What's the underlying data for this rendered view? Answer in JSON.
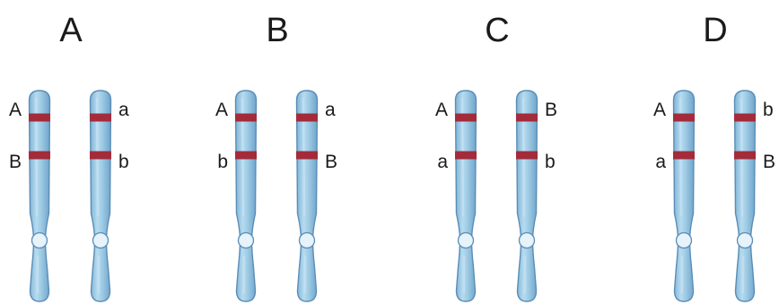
{
  "figure": {
    "colors": {
      "chromosome_fill": "#9cc9e3",
      "chromosome_outline": "#5b8db6",
      "chromosome_highlight": "#c3e0f1",
      "centromere_fill": "#e6f3fa",
      "band": "#a32b3a",
      "text": "#1a1a1a"
    },
    "options": [
      {
        "label": "A",
        "left_chromosome": {
          "upper_allele": "A",
          "lower_allele": "B"
        },
        "right_chromosome": {
          "upper_allele": "a",
          "lower_allele": "b"
        }
      },
      {
        "label": "B",
        "left_chromosome": {
          "upper_allele": "A",
          "lower_allele": "b"
        },
        "right_chromosome": {
          "upper_allele": "a",
          "lower_allele": "B"
        }
      },
      {
        "label": "C",
        "left_chromosome": {
          "upper_allele": "A",
          "lower_allele": "a"
        },
        "right_chromosome": {
          "upper_allele": "B",
          "lower_allele": "b"
        }
      },
      {
        "label": "D",
        "left_chromosome": {
          "upper_allele": "A",
          "lower_allele": "a"
        },
        "right_chromosome": {
          "upper_allele": "b",
          "lower_allele": "B"
        }
      }
    ]
  }
}
